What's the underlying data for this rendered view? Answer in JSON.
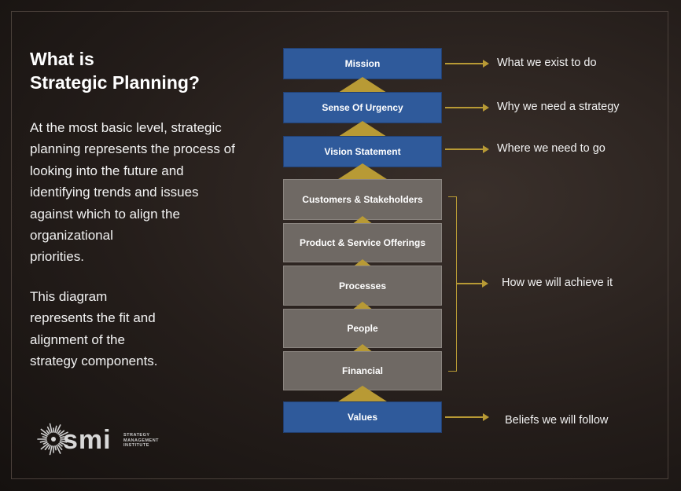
{
  "title": {
    "line1": "What is",
    "line2": "Strategic Planning?"
  },
  "paragraph1": {
    "lines": [
      "At the most basic level, strategic",
      "planning represents the process of",
      "looking into the future and",
      "identifying trends and issues",
      "against which to align the",
      "organizational",
      "priorities."
    ]
  },
  "paragraph2": {
    "lines": [
      "This diagram",
      "represents the fit and",
      "alignment of the",
      "strategy components."
    ]
  },
  "diagram": {
    "boxes": {
      "mission": "Mission",
      "urgency": "Sense Of Urgency",
      "vision": "Vision Statement",
      "customers": "Customers & Stakeholders",
      "product": "Product & Service Offerings",
      "processes": "Processes",
      "people": "People",
      "financial": "Financial",
      "values": "Values"
    },
    "descriptions": {
      "mission": "What we exist to do",
      "urgency": "Why we need a strategy",
      "vision": "Where we need to go",
      "achieve": "How we will achieve it",
      "values": "Beliefs we will follow"
    },
    "colors": {
      "blue": "#2f5a9b",
      "gray": "#6f6964",
      "gold": "#b89a35"
    }
  },
  "logo": {
    "word": "smi",
    "sub": [
      "STRATEGY",
      "MANAGEMENT",
      "INSTITUTE"
    ],
    "icon": "sunburst-icon"
  }
}
